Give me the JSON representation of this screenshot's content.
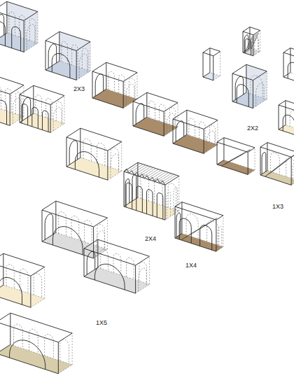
{
  "diagram": {
    "labels": [
      "2X3",
      "2X2",
      "1X3",
      "2X4",
      "1X4",
      "1X5"
    ]
  }
}
